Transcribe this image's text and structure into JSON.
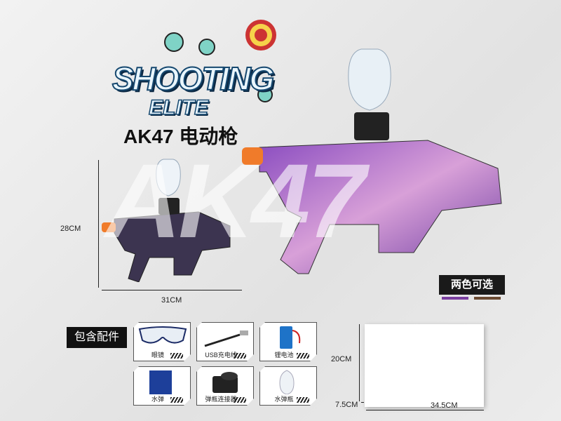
{
  "logo": {
    "line1": "SHOOTING",
    "line2": "ELITE"
  },
  "subtitle": "AK47 电动枪",
  "watermark": "AK47",
  "dimensions": {
    "gun_height": "28CM",
    "gun_length": "31CM",
    "box_height": "20CM",
    "box_depth": "7.5CM",
    "box_length": "34.5CM"
  },
  "color_option": {
    "label": "两色可选",
    "colors": [
      "#7a3fa0",
      "#6b4a32"
    ]
  },
  "accessories": {
    "title": "包含配件",
    "items": [
      {
        "label": "眼镜",
        "icon": "glasses-icon"
      },
      {
        "label": "USB充电线",
        "icon": "usb-cable-icon"
      },
      {
        "label": "锂电池",
        "icon": "battery-icon"
      },
      {
        "label": "水弹",
        "icon": "water-beads-icon"
      },
      {
        "label": "弹瓶连接器",
        "icon": "connector-icon"
      },
      {
        "label": "水弹瓶",
        "icon": "bottle-icon"
      }
    ]
  }
}
